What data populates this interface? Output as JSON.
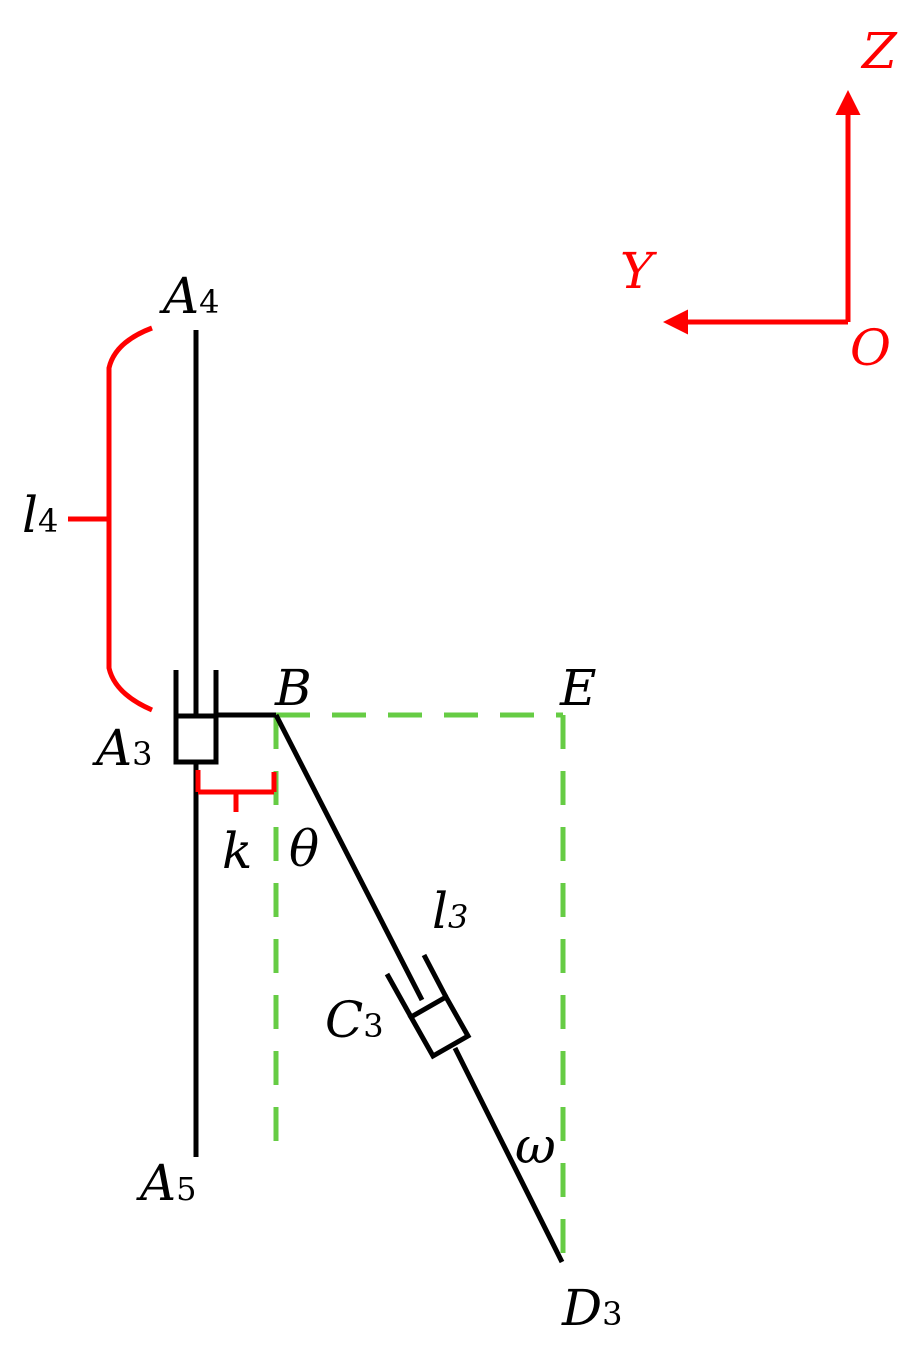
{
  "colors": {
    "mechanism": "#000000",
    "annotation": "#ff0000",
    "construction": "#66cc44",
    "axes": "#ff0000"
  },
  "axes": {
    "z_label": "Z",
    "y_label": "Y",
    "origin_label": "O"
  },
  "points": {
    "A4": {
      "letter": "A",
      "sub": "4"
    },
    "A3": {
      "letter": "A",
      "sub": "3"
    },
    "A5": {
      "letter": "A",
      "sub": "5"
    },
    "B": {
      "letter": "B"
    },
    "E": {
      "letter": "E"
    },
    "C3": {
      "letter": "C",
      "sub": "3"
    },
    "D3": {
      "letter": "D",
      "sub": "3"
    }
  },
  "dimensions": {
    "l4": {
      "letter": "l",
      "sub": "4"
    },
    "l3": {
      "letter": "l",
      "sub": "3"
    },
    "k": "k"
  },
  "angles": {
    "theta": "θ",
    "omega": "ω"
  }
}
